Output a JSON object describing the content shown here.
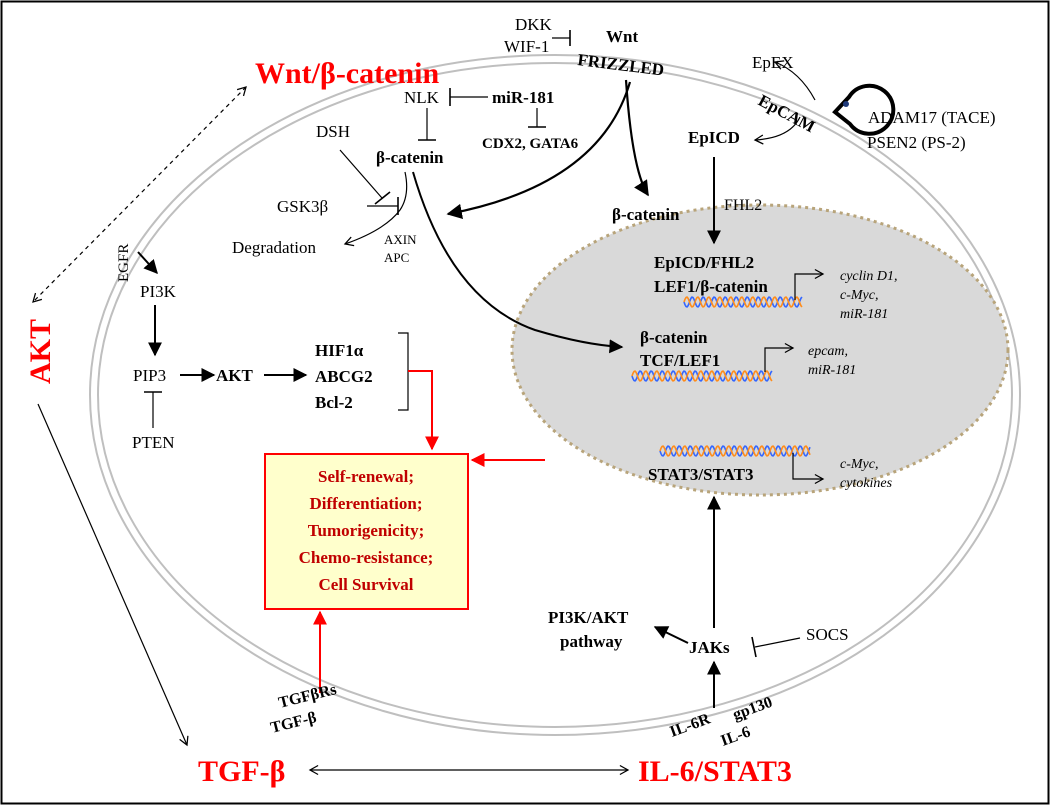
{
  "pathways": {
    "wnt": "Wnt/β-catenin",
    "akt": "AKT",
    "tgf": "TGF-β",
    "il6": "IL-6/STAT3"
  },
  "wnt_module": {
    "dkk": "DKK",
    "wif1": "WIF-1",
    "wnt": "Wnt",
    "frizzled": "FRIZZLED",
    "nlk": "NLK",
    "mir181": "miR-181",
    "cdx2_gata6": "CDX2, GATA6",
    "dsh": "DSH",
    "beta_catenin_cyto": "β-catenin",
    "gsk3b": "GSK3β",
    "degradation": "Degradation",
    "axin": "AXIN",
    "apc": "APC",
    "beta_catenin_free": "β-catenin"
  },
  "epcam_module": {
    "epex": "EpEX",
    "epcam": "EpCAM",
    "adam17": "ADAM17 (TACE)",
    "psen2": "PSEN2 (PS-2)",
    "epicd": "EpICD",
    "fhl2": "FHL2"
  },
  "nucleus": {
    "complex1_line1": "EpICD/FHL2",
    "complex1_line2": "LEF1/β-catenin",
    "targets1": [
      "cyclin D1,",
      "c-Myc,",
      "miR-181"
    ],
    "complex2_line1": "β-catenin",
    "complex2_line2": "TCF/LEF1",
    "targets2": [
      "epcam,",
      "miR-181"
    ],
    "complex3": "STAT3/STAT3",
    "targets3": [
      "c-Myc,",
      "cytokines"
    ]
  },
  "akt_module": {
    "egfr": "EGFR",
    "pi3k": "PI3K",
    "pip3": "PIP3",
    "akt": "AKT",
    "pten": "PTEN",
    "hif1a": "HIF1α",
    "abcg2": "ABCG2",
    "bcl2": "Bcl-2"
  },
  "outcomes": [
    "Self-renewal;",
    "Differentiation;",
    "Tumorigenicity;",
    "Chemo-resistance;",
    "Cell Survival"
  ],
  "il6_module": {
    "pi3k_akt_1": "PI3K/AKT",
    "pi3k_akt_2": "pathway",
    "jaks": "JAKs",
    "socs": "SOCS",
    "il6r": "IL-6R",
    "gp130": "gp130",
    "il6": "IL-6"
  },
  "tgf_module": {
    "tgfbrs": "TGFβRs",
    "tgfb": "TGF-β"
  },
  "colors": {
    "pathway_red": "#ff0000",
    "outcome_red": "#c00000",
    "outcome_fill": "#ffffcc",
    "nucleus_fill": "#d9d9d9",
    "nucleus_border": "#b8a47a",
    "dna_blue": "#3366ff",
    "dna_orange": "#ff8c1a",
    "membrane": "#bfbfbf"
  }
}
